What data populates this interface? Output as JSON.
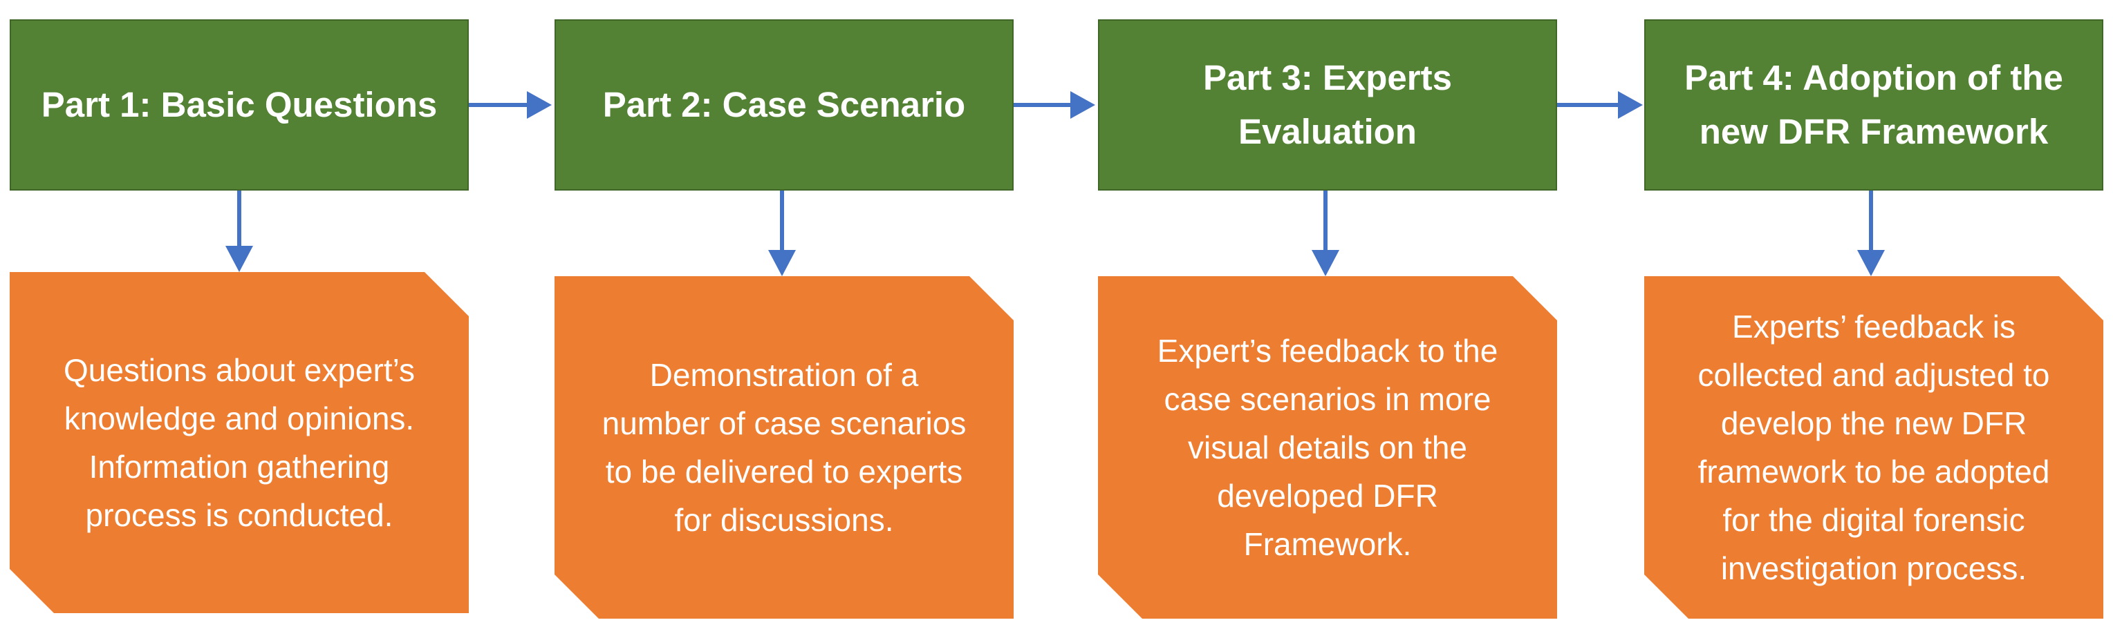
{
  "colors": {
    "part_fill": "#548235",
    "part_border": "#416728",
    "description_fill": "#ed7d31",
    "arrow": "#4472c4",
    "text": "#ffffff"
  },
  "parts": [
    {
      "title": "Part 1: Basic Questions",
      "description": "Questions about expert’s\nknowledge and opinions.\nInformation gathering\nprocess is conducted."
    },
    {
      "title": "Part 2: Case Scenario",
      "description": "Demonstration of a\nnumber of case scenarios\nto be delivered to experts\nfor discussions."
    },
    {
      "title": "Part 3: Experts\nEvaluation",
      "description": "Expert’s feedback to the\ncase scenarios in more\nvisual details on the\ndeveloped DFR\nFramework."
    },
    {
      "title": "Part 4: Adoption of the\nnew DFR Framework",
      "description": "Experts’ feedback is\ncollected and adjusted to\ndevelop the new DFR\nframework to be adopted\nfor the digital forensic\ninvestigation process."
    }
  ]
}
